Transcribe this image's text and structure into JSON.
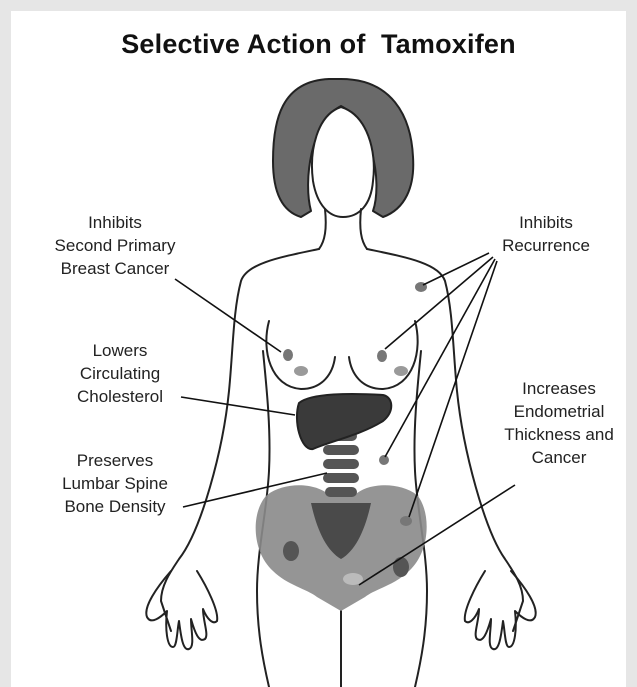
{
  "title": "Selective Action of  Tamoxifen",
  "labels": {
    "breast_cancer": [
      "Inhibits",
      "Second Primary",
      "Breast Cancer"
    ],
    "recurrence": [
      "Inhibits",
      "Recurrence"
    ],
    "cholesterol": [
      "Lowers",
      "Circulating",
      "Cholesterol"
    ],
    "spine": [
      "Preserves",
      "Lumbar Spine",
      "Bone Density"
    ],
    "endometrial": [
      "Increases",
      "Endometrial",
      "Thickness and",
      "Cancer"
    ]
  },
  "colors": {
    "hair": "#6a6a6a",
    "liver": "#3a3a3a",
    "pelvis": "#8a8a8a",
    "spine": "#555555",
    "lesion": "#777777",
    "outline": "#222222"
  }
}
